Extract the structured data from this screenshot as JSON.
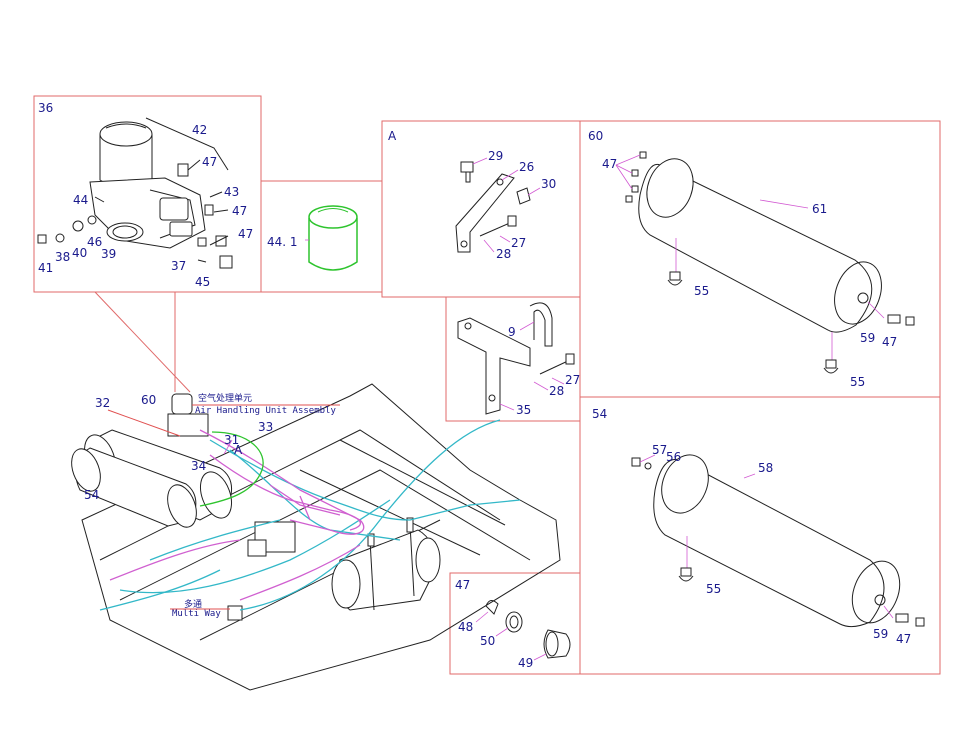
{
  "colors": {
    "frame": "#e06a6a",
    "label": "#1a1a8c",
    "leader": "#d25ad2",
    "pipe_cyan": "#33b8c8",
    "pipe_green": "#2ec42e"
  },
  "panels": {
    "air_handling": {
      "id": "36",
      "parts": [
        "42",
        "47",
        "44",
        "43",
        "47",
        "47",
        "41",
        "38",
        "40",
        "46",
        "39",
        "37",
        "45"
      ]
    },
    "filter": {
      "label": "44. 1"
    },
    "detail_a": {
      "id": "A",
      "parts": [
        "29",
        "26",
        "30",
        "27",
        "28"
      ]
    },
    "tank_60": {
      "id": "60",
      "parts": [
        "47",
        "61",
        "55",
        "59",
        "47",
        "55"
      ]
    },
    "bracket": {
      "parts": [
        "9",
        "27",
        "28",
        "35"
      ]
    },
    "tank_54": {
      "id": "54",
      "parts": [
        "57",
        "56",
        "58",
        "55",
        "59",
        "47"
      ]
    },
    "fitting_47": {
      "id": "47",
      "parts": [
        "48",
        "50",
        "49"
      ]
    }
  },
  "overview": {
    "labels": [
      "32",
      "60",
      "33",
      "31",
      "A",
      "34",
      "54"
    ],
    "air_unit_cn": "空气处理单元",
    "air_unit_en": "Air Handling Unit Assembly",
    "multiway_cn": "多通",
    "multiway_en": "Multi Way"
  }
}
